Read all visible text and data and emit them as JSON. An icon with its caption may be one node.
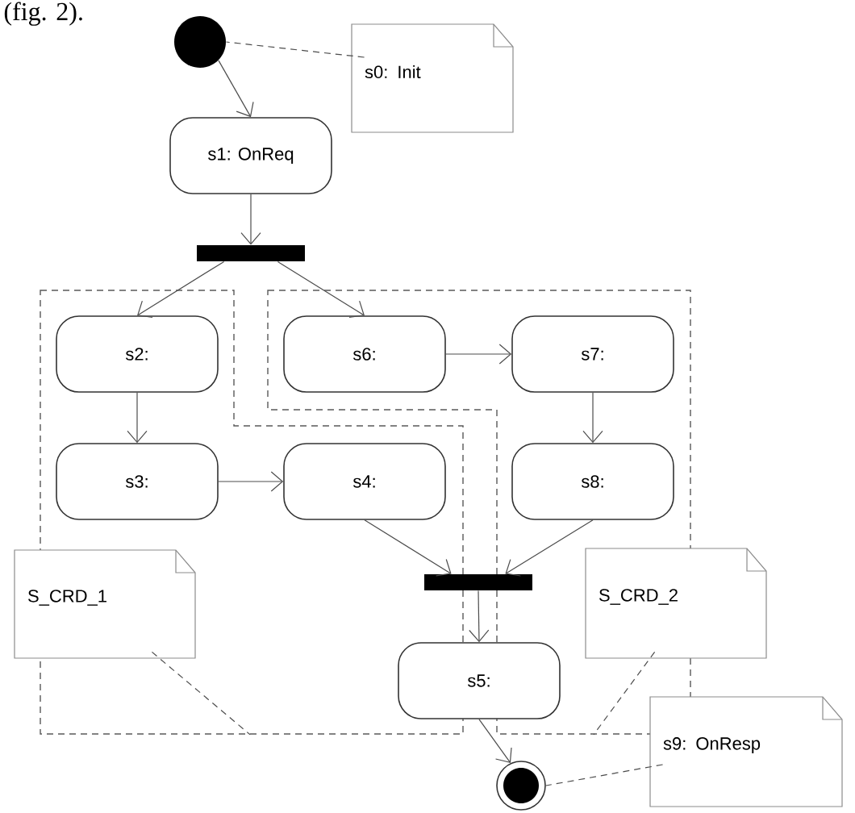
{
  "diagram": {
    "nodes": [
      {
        "text": [],
        "shape": "circle"
      },
      {
        "text": [
          "s0: Init"
        ]
      },
      {
        "text": [
          "s1: OnReq"
        ]
      },
      {
        "text": [],
        "shape": "bar"
      },
      {
        "text": [],
        "shape": "box"
      },
      {
        "text": [
          "s2:"
        ],
        "in": 4
      },
      {
        "text": [],
        "shape": "box"
      },
      {
        "text": [
          "s6:"
        ],
        "in": 6
      },
      {
        "text": [
          "s7:"
        ],
        "in": 6
      },
      {
        "text": [
          "s3:"
        ],
        "in": 4
      },
      {
        "text": [
          "s4:"
        ],
        "in": 4
      },
      {
        "text": [
          "s8:"
        ],
        "in": 6
      },
      {
        "text": [],
        "shape": "bar"
      },
      {
        "text": [
          "S_CRD_1"
        ]
      },
      {
        "text": [
          "S_CRD_2"
        ]
      },
      {
        "text": [
          "s5:"
        ]
      },
      {
        "text": [],
        "shape": "circle"
      },
      {
        "text": [
          "s9: OnResp"
        ]
      }
    ],
    "edges": [
      {
        "from": 0,
        "to": 2,
        "arrow": "to"
      },
      {
        "from": 1,
        "to": 0,
        "arrow": "none",
        "style": "dashed"
      },
      {
        "from": 2,
        "to": 3,
        "arrow": "to"
      },
      {
        "from": 3,
        "to": 5,
        "arrow": "to"
      },
      {
        "from": 3,
        "to": 7,
        "arrow": "to"
      },
      {
        "from": 7,
        "to": 8,
        "arrow": "to"
      },
      {
        "from": 5,
        "to": 9,
        "arrow": "to"
      },
      {
        "from": 9,
        "to": 10,
        "arrow": "to"
      },
      {
        "from": 8,
        "to": 11,
        "arrow": "to"
      },
      {
        "from": 10,
        "to": 12,
        "arrow": "to"
      },
      {
        "from": 11,
        "to": 12,
        "arrow": "to"
      },
      {
        "from": 12,
        "to": 15,
        "arrow": "to"
      },
      {
        "from": 15,
        "to": 16,
        "arrow": "to"
      },
      {
        "from": 13,
        "to": 4,
        "arrow": "none",
        "style": "dashed"
      },
      {
        "from": 14,
        "to": 6,
        "arrow": "none",
        "style": "dashed"
      },
      {
        "from": 17,
        "to": 16,
        "arrow": "none",
        "style": "dashed"
      }
    ],
    "labels": [
      "(fig. 2)."
    ]
  }
}
